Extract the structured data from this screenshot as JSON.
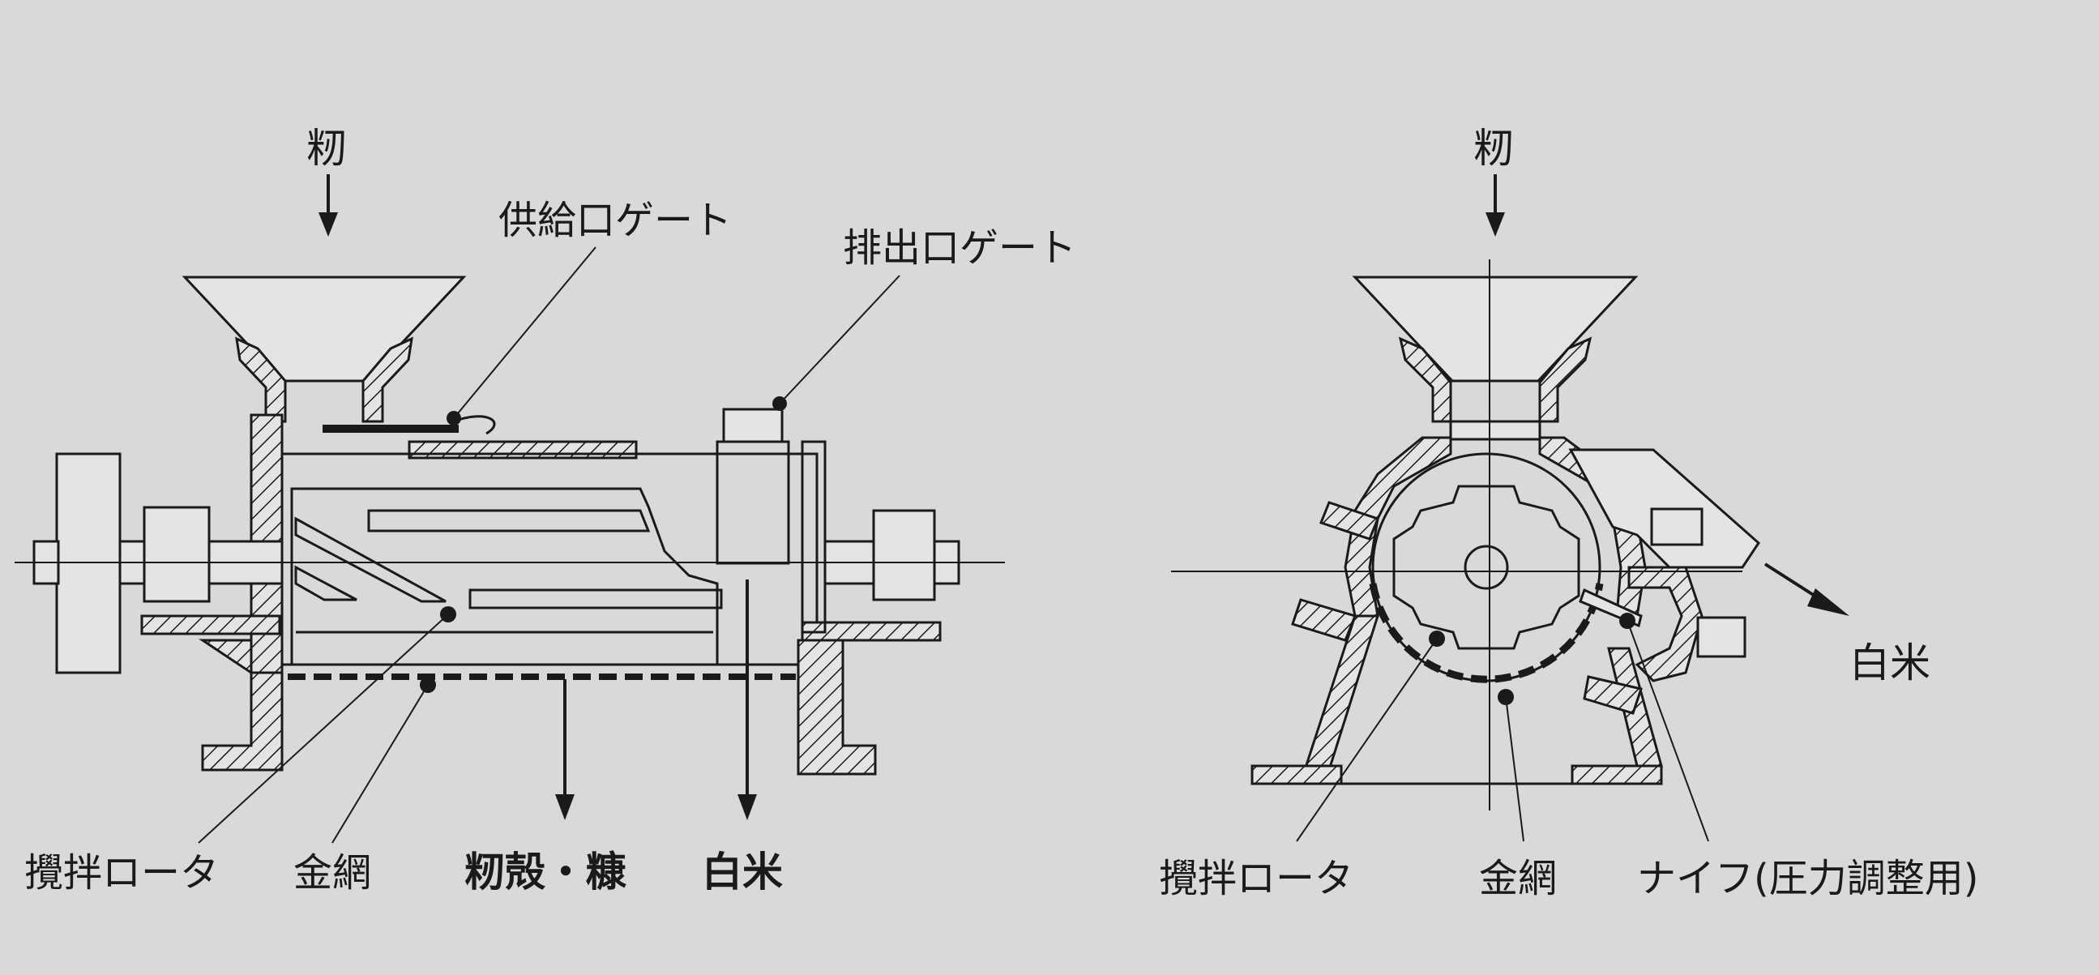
{
  "left_diagram": {
    "input_label": "籾",
    "supply_gate_label": "供給口ゲート",
    "discharge_gate_label": "排出口ゲート",
    "rotor_label": "攪拌ロータ",
    "screen_label": "金網",
    "husk_bran_label": "籾殻・糠",
    "white_rice_label": "白米"
  },
  "right_diagram": {
    "input_label": "籾",
    "white_rice_label": "白米",
    "rotor_label": "攪拌ロータ",
    "screen_label": "金網",
    "knife_label": "ナイフ(圧力調整用)"
  },
  "colors": {
    "background": "#d9d9d8",
    "line": "#1a1a1a"
  }
}
